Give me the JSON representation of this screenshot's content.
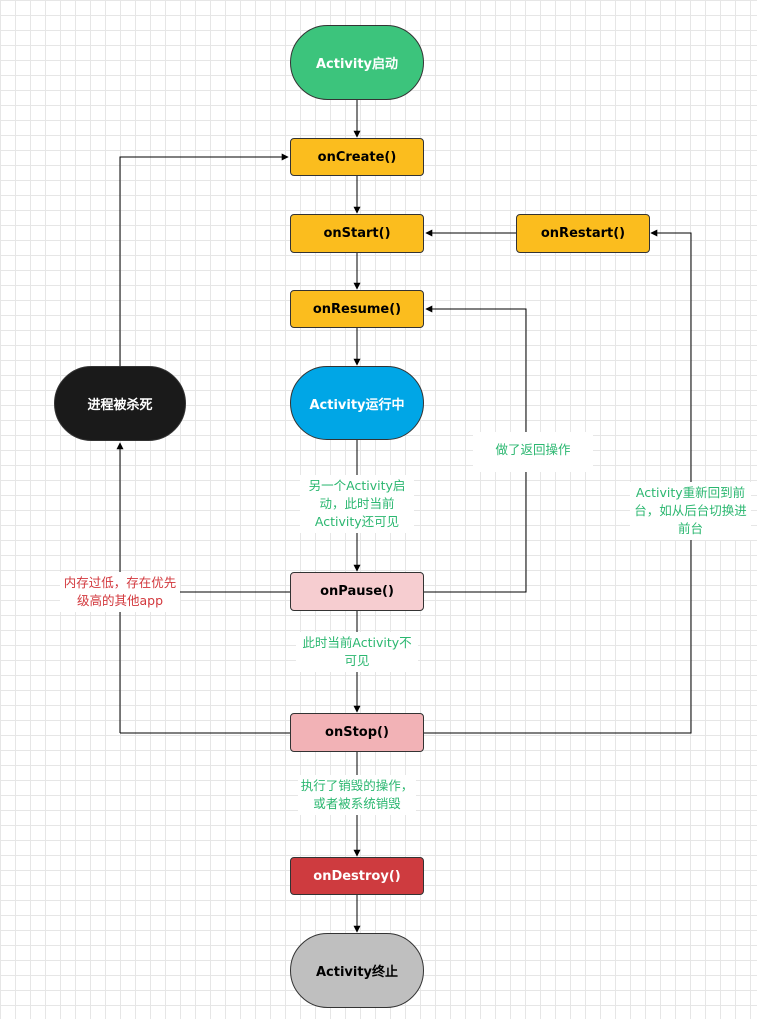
{
  "colors": {
    "green_terminal": "#3cc47c",
    "yellow": "#fbbd1e",
    "blue": "#00a6e6",
    "black": "#1a1a1a",
    "pink_light": "#f6cdd0",
    "pink": "#f2b2b6",
    "red": "#ce3b3f",
    "gray": "#bfbfbf",
    "label_green": "#2bb770",
    "label_red": "#d2373c"
  },
  "nodes": {
    "activity_start": "Activity启动",
    "on_create": "onCreate()",
    "on_start": "onStart()",
    "on_restart": "onRestart()",
    "on_resume": "onResume()",
    "activity_running": "Activity运行中",
    "process_killed": "进程被杀死",
    "on_pause": "onPause()",
    "on_stop": "onStop()",
    "on_destroy": "onDestroy()",
    "activity_end": "Activity终止"
  },
  "labels": {
    "another_activity": "另一个Activity启动，此时当前Activity还可见",
    "back_action": "做了返回操作",
    "back_to_front": "Activity重新回到前台，如从后台切换进前台",
    "low_memory": "内存过低，存在优先级高的其他app",
    "not_visible": "此时当前Activity不可见",
    "destroyed": "执行了销毁的操作，或者被系统销毁"
  }
}
